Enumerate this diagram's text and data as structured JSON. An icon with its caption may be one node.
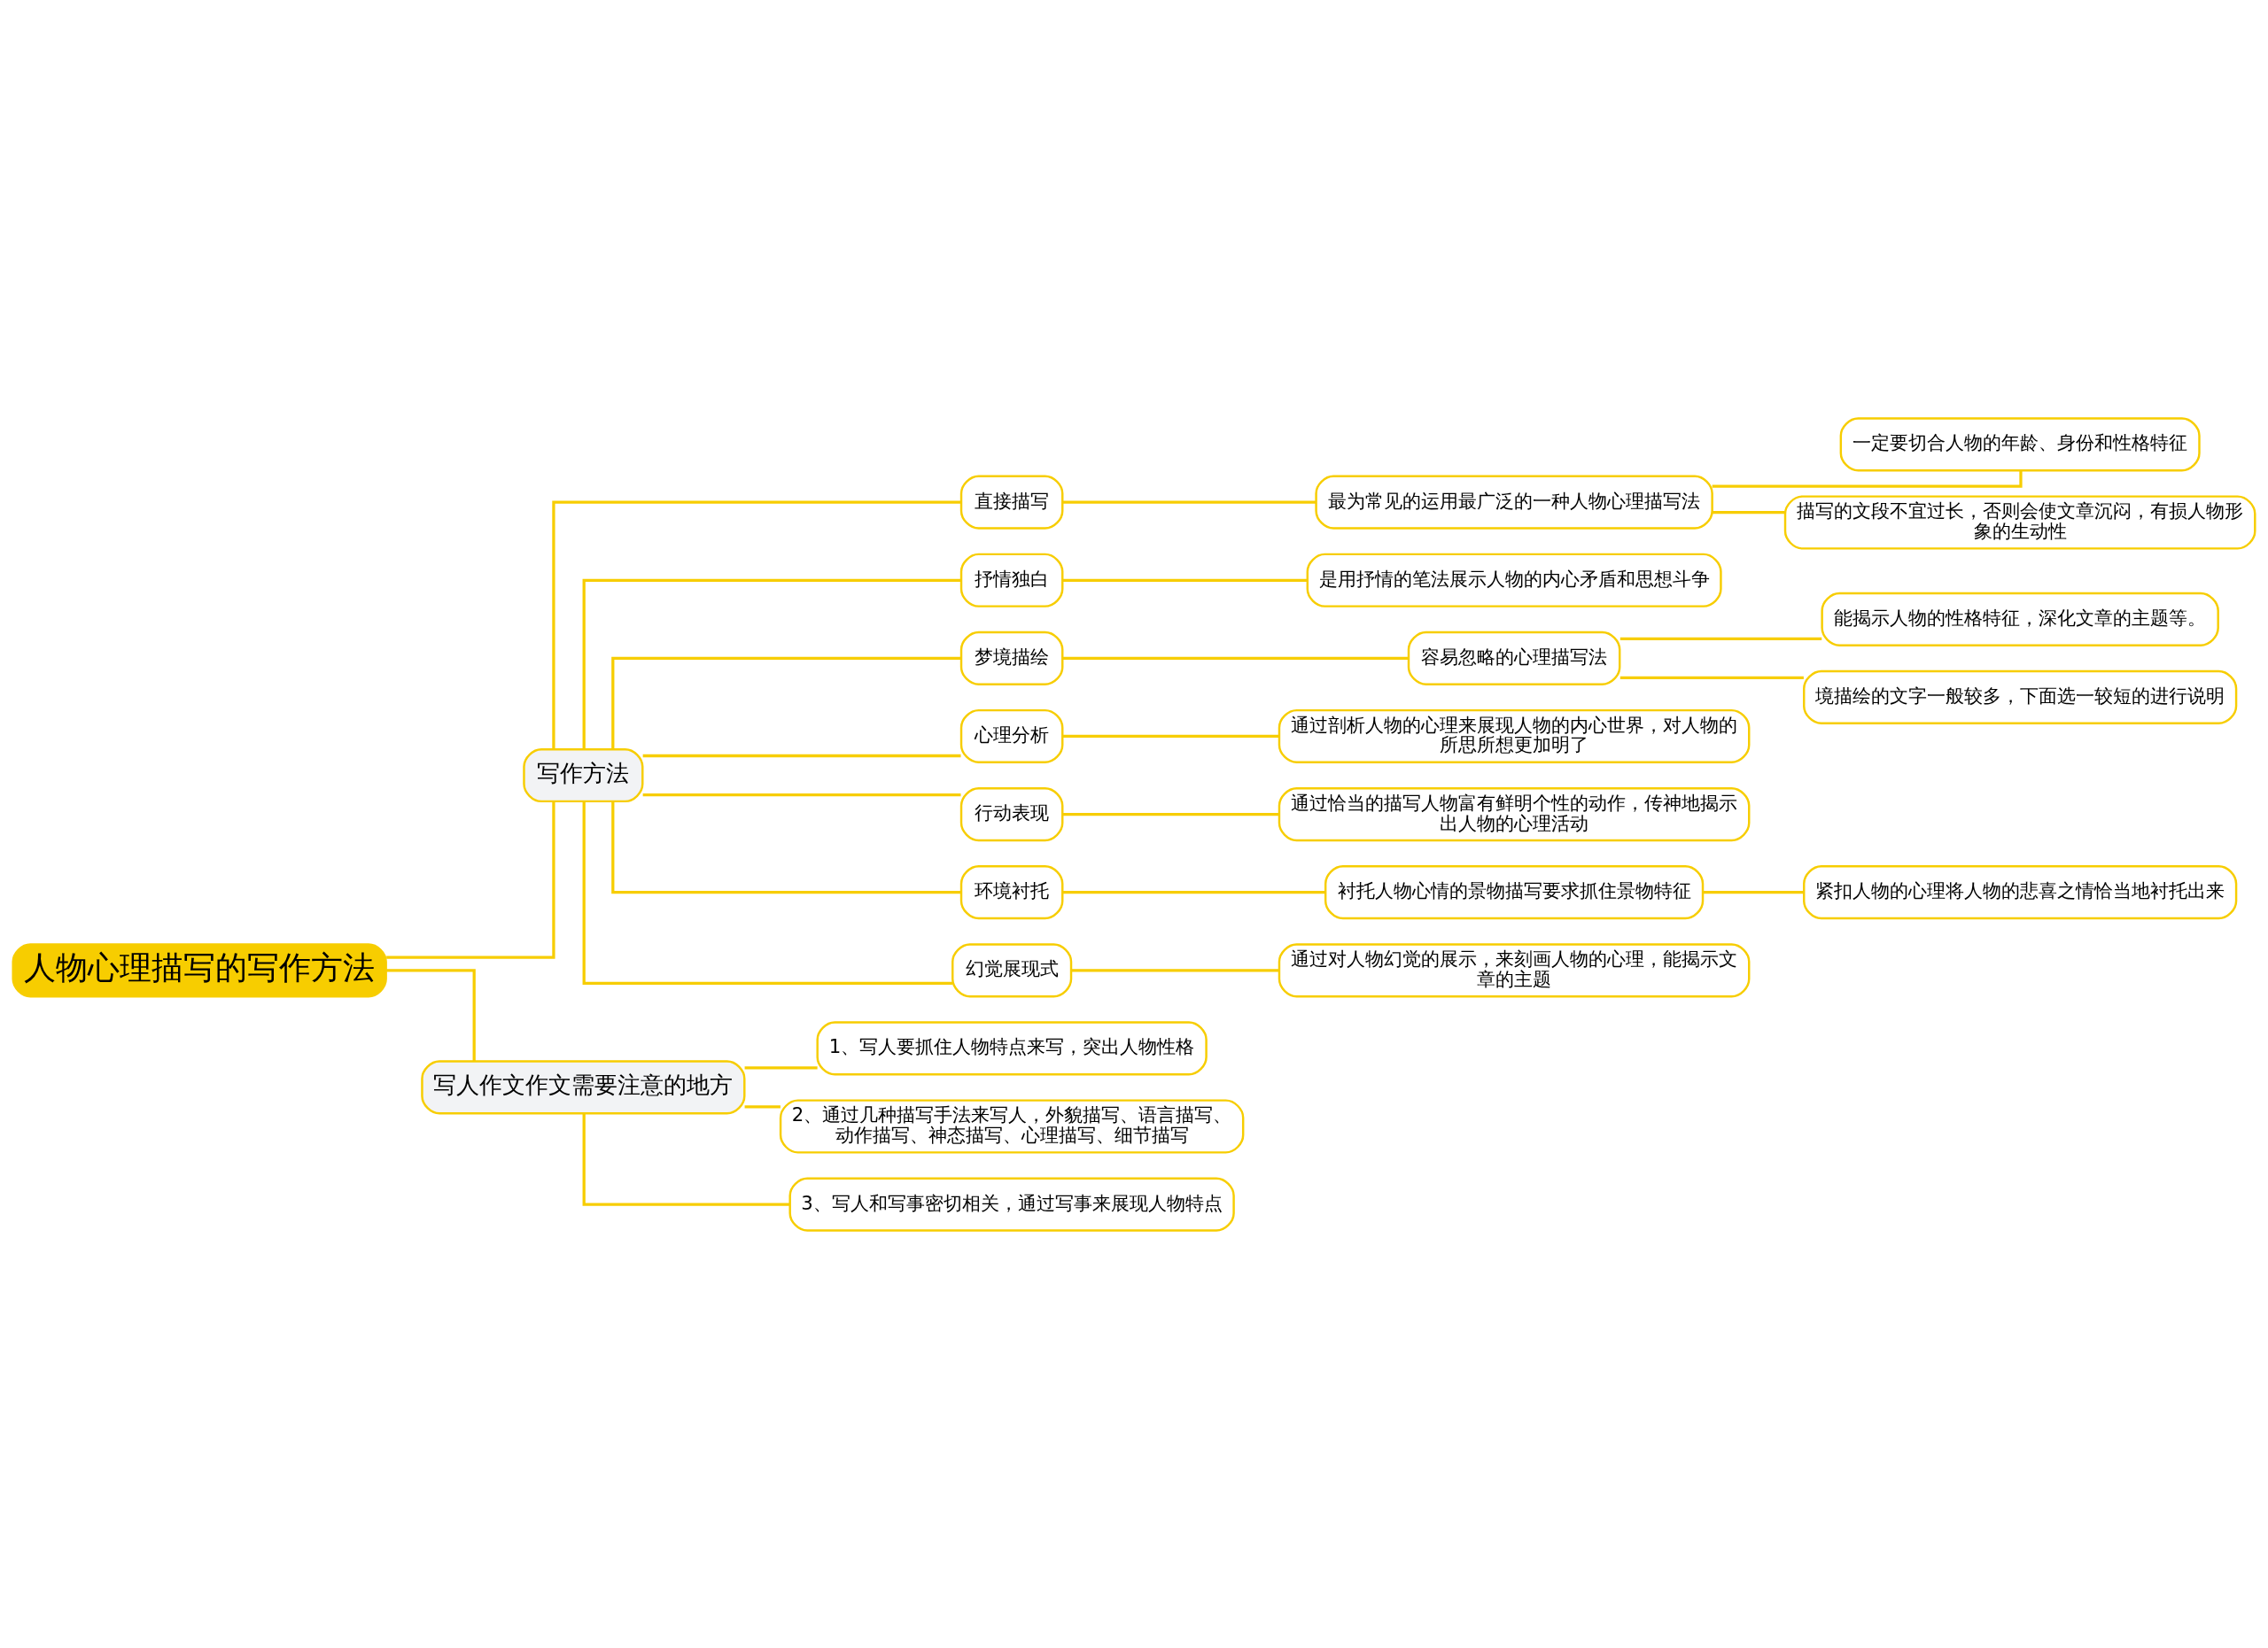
{
  "diagram": {
    "nodes": [
      {
        "text": [
          "人物心理描写的写作方法"
        ]
      },
      {
        "text": [
          "写作方法"
        ]
      },
      {
        "text": [
          "直接描写"
        ]
      },
      {
        "text": [
          "最为常见的运用最广泛的一种人物心理描写法"
        ]
      },
      {
        "text": [
          "一定要切合人物的年龄、身份和性格特征"
        ]
      },
      {
        "text": [
          "描写的文段不宜过长，否则会使文章沉闷，有损人物形象的生动性"
        ]
      },
      {
        "text": [
          "抒情独白"
        ]
      },
      {
        "text": [
          "是用抒情的笔法展示人物的内心矛盾和思想斗争"
        ]
      },
      {
        "text": [
          "梦境描绘"
        ]
      },
      {
        "text": [
          "容易忽略的心理描写法"
        ]
      },
      {
        "text": [
          "能揭示人物的性格特征，深化文章的主题等。"
        ]
      },
      {
        "text": [
          "境描绘的文字一般较多，下面选一较短的进行说明"
        ]
      },
      {
        "text": [
          "心理分析"
        ]
      },
      {
        "text": [
          "通过剖析人物的心理来展现人物的内心世界，对人物的所思所想更加明了"
        ]
      },
      {
        "text": [
          "行动表现"
        ]
      },
      {
        "text": [
          "通过恰当的描写人物富有鲜明个性的动作，传神地揭示出人物的心理活动"
        ]
      },
      {
        "text": [
          "环境衬托"
        ]
      },
      {
        "text": [
          "衬托人物心情的景物描写要求抓住景物特征"
        ]
      },
      {
        "text": [
          "紧扣人物的心理将人物的悲喜之情恰当地衬托出来"
        ]
      },
      {
        "text": [
          "幻觉展现式"
        ]
      },
      {
        "text": [
          "通过对人物幻觉的展示，来刻画人物的心理，能揭示文章的主题"
        ]
      },
      {
        "text": [
          "写人作文作文需要注意的地方"
        ]
      },
      {
        "text": [
          "1、写人要抓住人物特点来写，突出人物性格"
        ]
      },
      {
        "text": [
          "2、通过几种描写手法来写人，外貌描写、语言描写、动作描写、神态描写、心理描写、细节描写"
        ]
      },
      {
        "text": [
          "3、写人和写事密切相关，通过写事来展现人物特点"
        ]
      }
    ],
    "edges": [
      {
        "from": 0,
        "to": 1,
        "arrow": "none"
      },
      {
        "from": 1,
        "to": 2,
        "arrow": "none"
      },
      {
        "from": 2,
        "to": 3,
        "arrow": "none"
      },
      {
        "from": 3,
        "to": 4,
        "arrow": "none"
      },
      {
        "from": 3,
        "to": 5,
        "arrow": "none"
      },
      {
        "from": 1,
        "to": 6,
        "arrow": "none"
      },
      {
        "from": 6,
        "to": 7,
        "arrow": "none"
      },
      {
        "from": 1,
        "to": 8,
        "arrow": "none"
      },
      {
        "from": 8,
        "to": 9,
        "arrow": "none"
      },
      {
        "from": 9,
        "to": 10,
        "arrow": "none"
      },
      {
        "from": 9,
        "to": 11,
        "arrow": "none"
      },
      {
        "from": 1,
        "to": 12,
        "arrow": "none"
      },
      {
        "from": 12,
        "to": 13,
        "arrow": "none"
      },
      {
        "from": 1,
        "to": 14,
        "arrow": "none"
      },
      {
        "from": 14,
        "to": 15,
        "arrow": "none"
      },
      {
        "from": 1,
        "to": 16,
        "arrow": "none"
      },
      {
        "from": 16,
        "to": 17,
        "arrow": "none"
      },
      {
        "from": 17,
        "to": 18,
        "arrow": "none"
      },
      {
        "from": 1,
        "to": 19,
        "arrow": "none"
      },
      {
        "from": 19,
        "to": 20,
        "arrow": "none"
      },
      {
        "from": 0,
        "to": 21,
        "arrow": "none"
      },
      {
        "from": 21,
        "to": 22,
        "arrow": "none"
      },
      {
        "from": 21,
        "to": 23,
        "arrow": "none"
      },
      {
        "from": 21,
        "to": 24,
        "arrow": "none"
      }
    ]
  }
}
